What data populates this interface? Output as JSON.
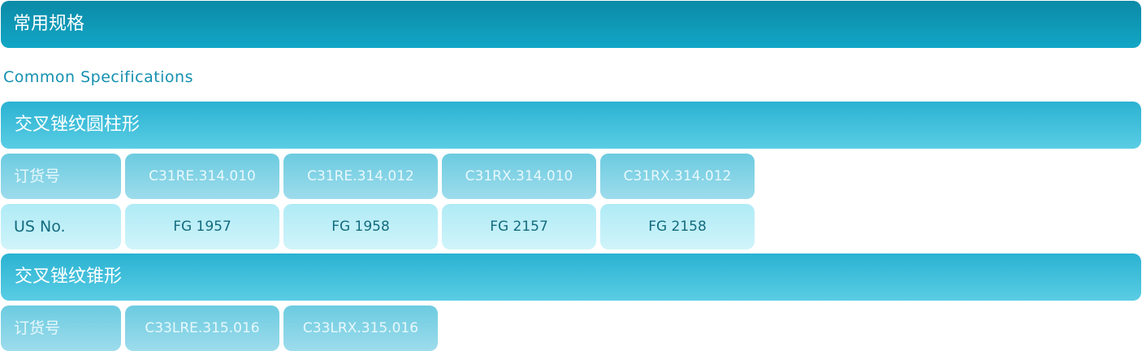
{
  "header": {
    "title": "常用规格"
  },
  "subtitle": "Common Specifications",
  "sections": [
    {
      "title": "交叉锉纹圆柱形",
      "rows": [
        {
          "label": "订货号",
          "values": [
            "C31RE.314.010",
            "C31RE.314.012",
            "C31RX.314.010",
            "C31RX.314.012"
          ]
        },
        {
          "label": "US No.",
          "values": [
            "FG 1957",
            "FG 1958",
            "FG 2157",
            "FG 2158"
          ]
        }
      ]
    },
    {
      "title": "交叉锉纹锥形",
      "rows": [
        {
          "label": "订货号",
          "values": [
            "C33LRE.315.016",
            "C33LRX.315.016"
          ]
        }
      ]
    }
  ],
  "colors": {
    "main_header_top": "#0b8aa6",
    "main_header_bottom": "#12a6c6",
    "section_header_top": "#2ab2d2",
    "section_header_bottom": "#5acde4",
    "order_row_cell": "#7fd2e6",
    "us_row_cell": "#c0f0f8",
    "subtitle_text": "#1490b0",
    "us_row_text": "#136b7e"
  }
}
